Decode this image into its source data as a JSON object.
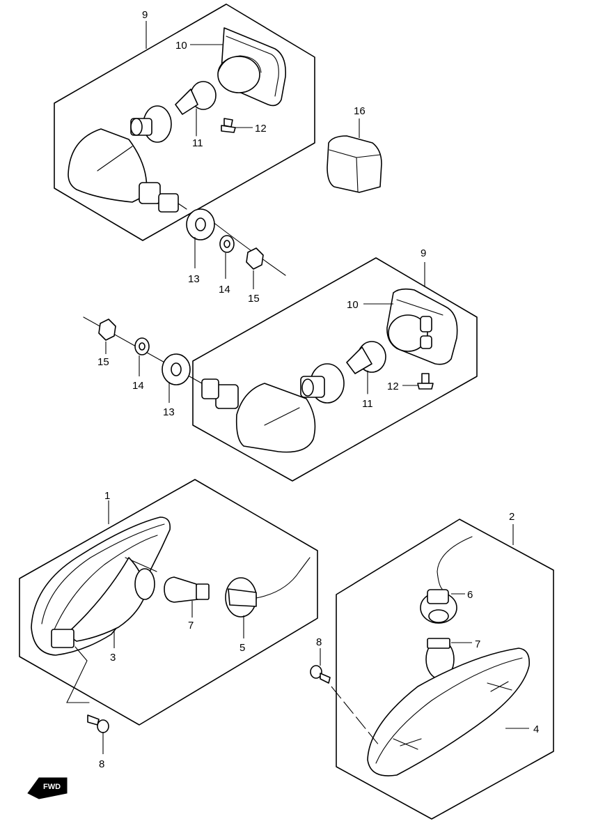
{
  "diagram": {
    "callouts": {
      "c9_top": "9",
      "c10_top": "10",
      "c11_top": "11",
      "c12_top": "12",
      "c13_top": "13",
      "c14_top": "14",
      "c15_top": "15",
      "c16": "16",
      "c9_mid": "9",
      "c10_mid": "10",
      "c11_mid": "11",
      "c12_mid": "12",
      "c13_mid": "13",
      "c14_mid": "14",
      "c15_mid": "15",
      "c1": "1",
      "c2": "2",
      "c3": "3",
      "c4": "4",
      "c5": "5",
      "c6": "6",
      "c7_left": "7",
      "c7_right": "7",
      "c8_left": "8",
      "c8_right": "8"
    },
    "forward_indicator": "FWD"
  }
}
